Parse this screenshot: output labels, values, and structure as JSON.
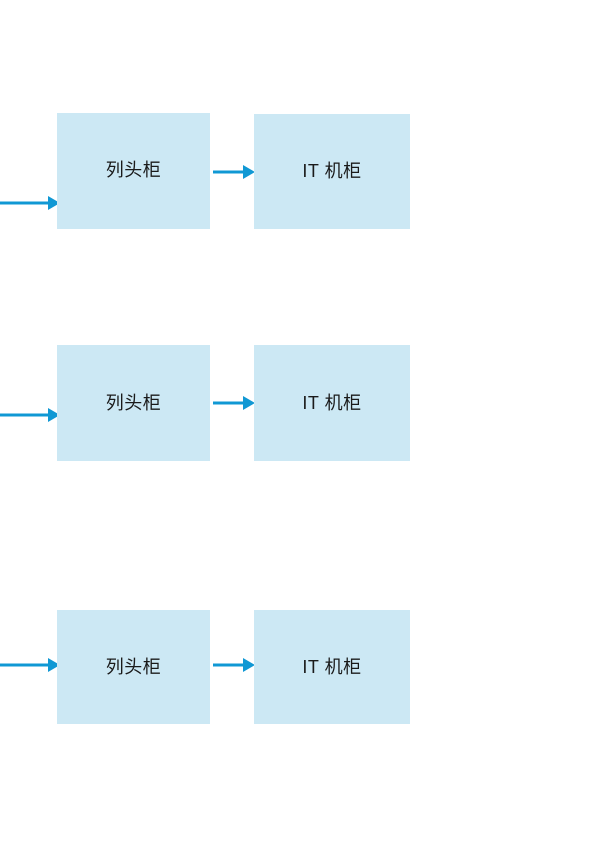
{
  "diagram": {
    "type": "flow-diagram",
    "background_color": "#ffffff",
    "node_fill_color": "#cce8f4",
    "arrow_color": "#1098d4",
    "text_color": "#1a1a1a",
    "rows": [
      {
        "id": "row-1",
        "incoming_arrow": {
          "name": "incoming-arrow-row-1",
          "direction": "right"
        },
        "nodes": [
          {
            "id": "head-cabinet-1",
            "label": "列头柜"
          },
          {
            "id": "it-cabinet-1",
            "label": "IT 机柜"
          }
        ],
        "connector_arrow": {
          "name": "connector-arrow-row-1",
          "direction": "right"
        }
      },
      {
        "id": "row-2",
        "incoming_arrow": {
          "name": "incoming-arrow-row-2",
          "direction": "right"
        },
        "nodes": [
          {
            "id": "head-cabinet-2",
            "label": "列头柜"
          },
          {
            "id": "it-cabinet-2",
            "label": "IT 机柜"
          }
        ],
        "connector_arrow": {
          "name": "connector-arrow-row-2",
          "direction": "right"
        }
      },
      {
        "id": "row-3",
        "incoming_arrow": {
          "name": "incoming-arrow-row-3",
          "direction": "right"
        },
        "nodes": [
          {
            "id": "head-cabinet-3",
            "label": "列头柜"
          },
          {
            "id": "it-cabinet-3",
            "label": "IT 机柜"
          }
        ],
        "connector_arrow": {
          "name": "connector-arrow-row-3",
          "direction": "right"
        }
      }
    ]
  }
}
